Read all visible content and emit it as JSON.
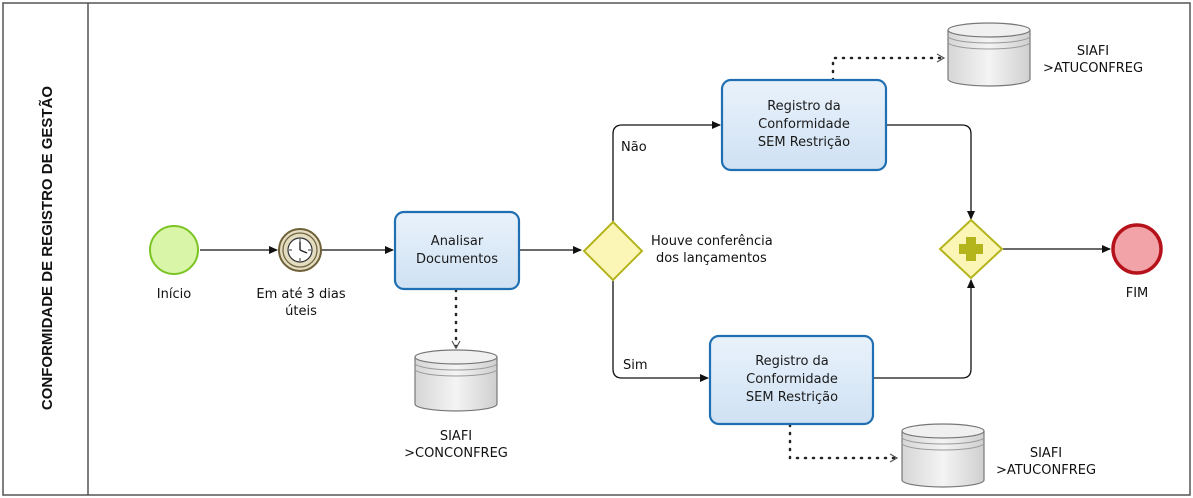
{
  "lane": {
    "title": "CONFORMIDADE DE REGISTRO DE GESTÃO"
  },
  "start_event": {
    "label": "Início"
  },
  "timer_event": {
    "label_line1": "Em até 3 dias",
    "label_line2": "úteis"
  },
  "task_analisar": {
    "line1": "Analisar",
    "line2": "Documentos"
  },
  "gateway_decision": {
    "label_line1": "Houve conferência",
    "label_line2": "dos lançamentos"
  },
  "flow_labels": {
    "nao": "Não",
    "sim": "Sim"
  },
  "task_top": {
    "line1": "Registro da",
    "line2": "Conformidade",
    "line3": "SEM Restrição"
  },
  "task_bottom": {
    "line1": "Registro da",
    "line2": "Conformidade",
    "line3": "SEM Restrição"
  },
  "data_store_conconfreg": {
    "line1": "SIAFI",
    "line2": ">CONCONFREG"
  },
  "data_store_top": {
    "line1": "SIAFI",
    "line2": ">ATUCONFREG"
  },
  "data_store_bottom": {
    "line1": "SIAFI",
    "line2": ">ATUCONFREG"
  },
  "end_event": {
    "label": "FIM"
  },
  "colors": {
    "start_fill": "#d9f5a8",
    "start_stroke": "#7cc424",
    "end_fill": "#f1a3a8",
    "end_stroke": "#b5121b",
    "task_fill": "#dbe9f7",
    "task_stroke": "#1f6fb2",
    "gateway_fill": "#fbf6b5",
    "gateway_stroke": "#b4b41c",
    "timer_fill": "#e3dcc0",
    "timer_stroke": "#6e6038"
  }
}
